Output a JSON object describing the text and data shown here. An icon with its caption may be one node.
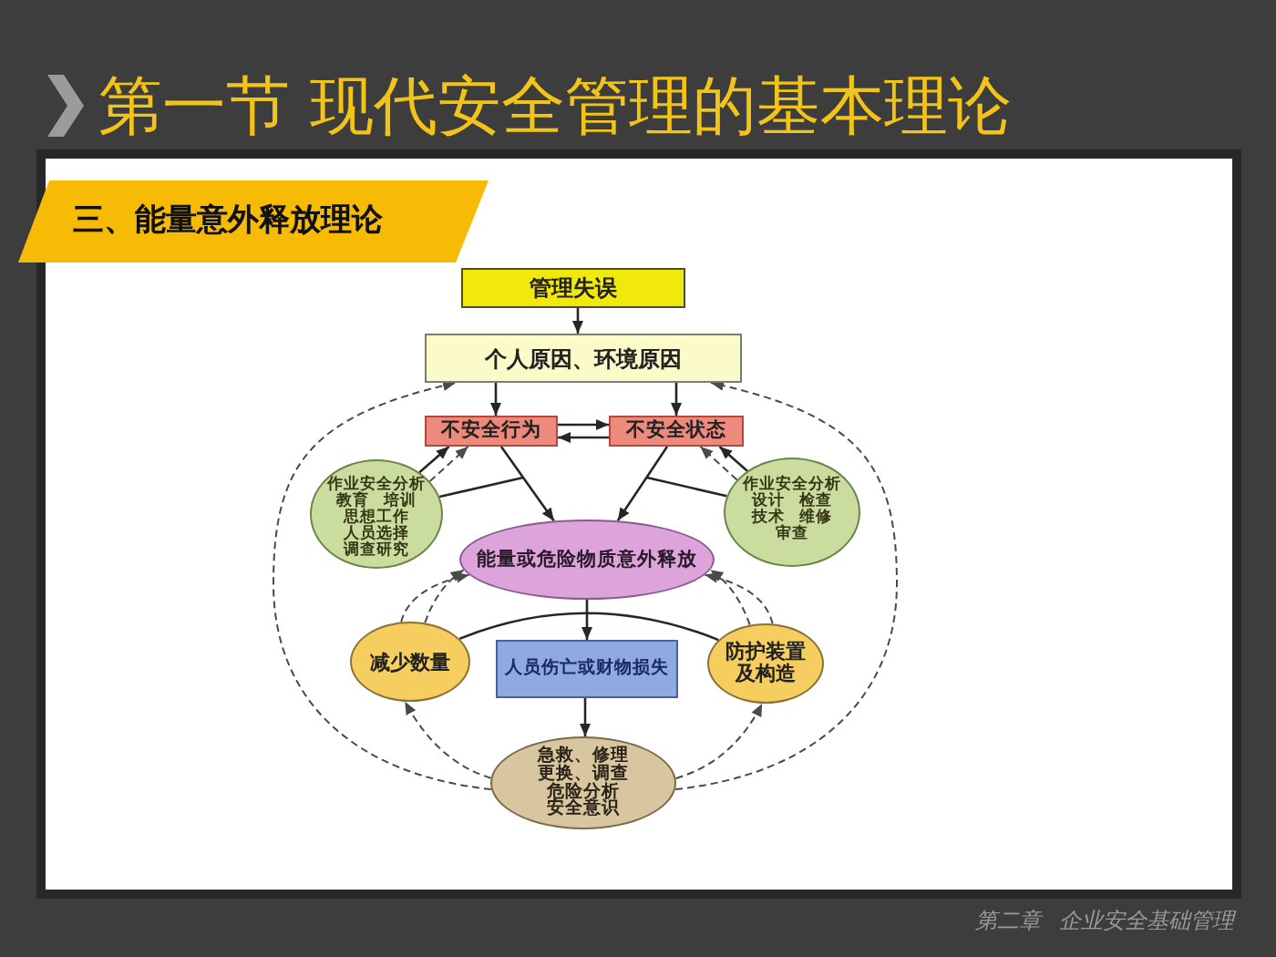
{
  "diagram": {
    "title": "第一节 现代安全管理的基本理论",
    "nodes": [
      {
        "text": [
          "管理失误"
        ]
      },
      {
        "text": [
          "个人原因、环境原因"
        ]
      },
      {
        "text": [
          "不安全行为"
        ]
      },
      {
        "text": [
          "不安全状态"
        ]
      },
      {
        "text": [
          "作业安全分析",
          "教育 培训",
          "思想工作",
          "人员选择",
          "调查研究"
        ]
      },
      {
        "text": [
          "作业安全分析",
          "设计 检查",
          "技术 维修",
          "审查"
        ]
      },
      {
        "text": [
          "能量或危险物质意外释放"
        ]
      },
      {
        "text": [
          "减少数量"
        ]
      },
      {
        "text": [
          "人员伤亡或财物损失"
        ]
      },
      {
        "text": [
          "防护装置及构造"
        ]
      },
      {
        "text": [
          "急救、修理",
          "更换、调查",
          "危险分析",
          "安全意识"
        ]
      }
    ],
    "edges": [
      {
        "from": 0,
        "to": 1,
        "arrow": "to"
      },
      {
        "from": 1,
        "to": 2,
        "arrow": "to"
      },
      {
        "from": 1,
        "to": 3,
        "arrow": "to"
      },
      {
        "from": 2,
        "to": 3,
        "arrow": "to"
      },
      {
        "from": 3,
        "to": 2,
        "arrow": "to"
      },
      {
        "from": 2,
        "to": 6,
        "arrow": "to"
      },
      {
        "from": 3,
        "to": 6,
        "arrow": "to"
      },
      {
        "from": 4,
        "to": 2,
        "arrow": "to"
      },
      {
        "from": 4,
        "to": 2,
        "arrow": "to",
        "style": "dashed"
      },
      {
        "from": 5,
        "to": 3,
        "arrow": "to"
      },
      {
        "from": 5,
        "to": 3,
        "arrow": "to",
        "style": "dashed"
      },
      {
        "from": 4,
        "to": null,
        "arrow": "none"
      },
      {
        "from": 5,
        "to": null,
        "arrow": "none"
      },
      {
        "from": 6,
        "to": 8,
        "arrow": "to"
      },
      {
        "from": 8,
        "to": 10,
        "arrow": "to"
      },
      {
        "from": 7,
        "to": 9,
        "arrow": "none"
      },
      {
        "from": 7,
        "to": 6,
        "arrow": "to",
        "style": "dashed"
      },
      {
        "from": 7,
        "to": 6,
        "arrow": "to",
        "style": "dashed"
      },
      {
        "from": 9,
        "to": 6,
        "arrow": "to",
        "style": "dashed"
      },
      {
        "from": 9,
        "to": 6,
        "arrow": "to",
        "style": "dashed"
      },
      {
        "from": 10,
        "to": 7,
        "arrow": "to",
        "style": "dashed"
      },
      {
        "from": 10,
        "to": 9,
        "arrow": "to",
        "style": "dashed"
      },
      {
        "from": 10,
        "to": 1,
        "arrow": "to",
        "style": "dashed"
      },
      {
        "from": 10,
        "to": 1,
        "arrow": "to",
        "style": "dashed"
      }
    ],
    "labels": [
      "三、能量意外释放理论",
      "第二章 企业安全基础管理"
    ]
  }
}
